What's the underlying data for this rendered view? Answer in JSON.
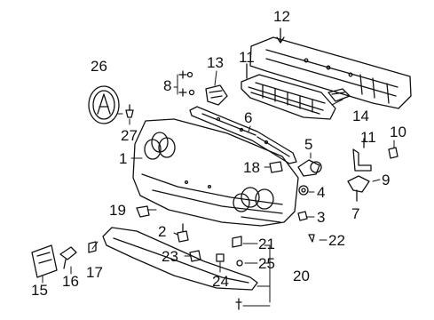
{
  "diagram": {
    "callouts": [
      {
        "id": "c1",
        "text": "1"
      },
      {
        "id": "c2",
        "text": "2"
      },
      {
        "id": "c3",
        "text": "3"
      },
      {
        "id": "c4",
        "text": "4"
      },
      {
        "id": "c5",
        "text": "5"
      },
      {
        "id": "c6",
        "text": "6"
      },
      {
        "id": "c7",
        "text": "7"
      },
      {
        "id": "c8",
        "text": "8"
      },
      {
        "id": "c9",
        "text": "9"
      },
      {
        "id": "c10",
        "text": "10"
      },
      {
        "id": "c11a",
        "text": "11"
      },
      {
        "id": "c11b",
        "text": "11"
      },
      {
        "id": "c12",
        "text": "12"
      },
      {
        "id": "c13",
        "text": "13"
      },
      {
        "id": "c14",
        "text": "14"
      },
      {
        "id": "c15",
        "text": "15"
      },
      {
        "id": "c16",
        "text": "16"
      },
      {
        "id": "c17",
        "text": "17"
      },
      {
        "id": "c18",
        "text": "18"
      },
      {
        "id": "c19",
        "text": "19"
      },
      {
        "id": "c20",
        "text": "20"
      },
      {
        "id": "c21",
        "text": "21"
      },
      {
        "id": "c22",
        "text": "22"
      },
      {
        "id": "c23",
        "text": "23"
      },
      {
        "id": "c24",
        "text": "24"
      },
      {
        "id": "c25",
        "text": "25"
      },
      {
        "id": "c26",
        "text": "26"
      },
      {
        "id": "c27",
        "text": "27"
      }
    ]
  },
  "colors": {
    "line": "#111111",
    "background": "#ffffff"
  }
}
